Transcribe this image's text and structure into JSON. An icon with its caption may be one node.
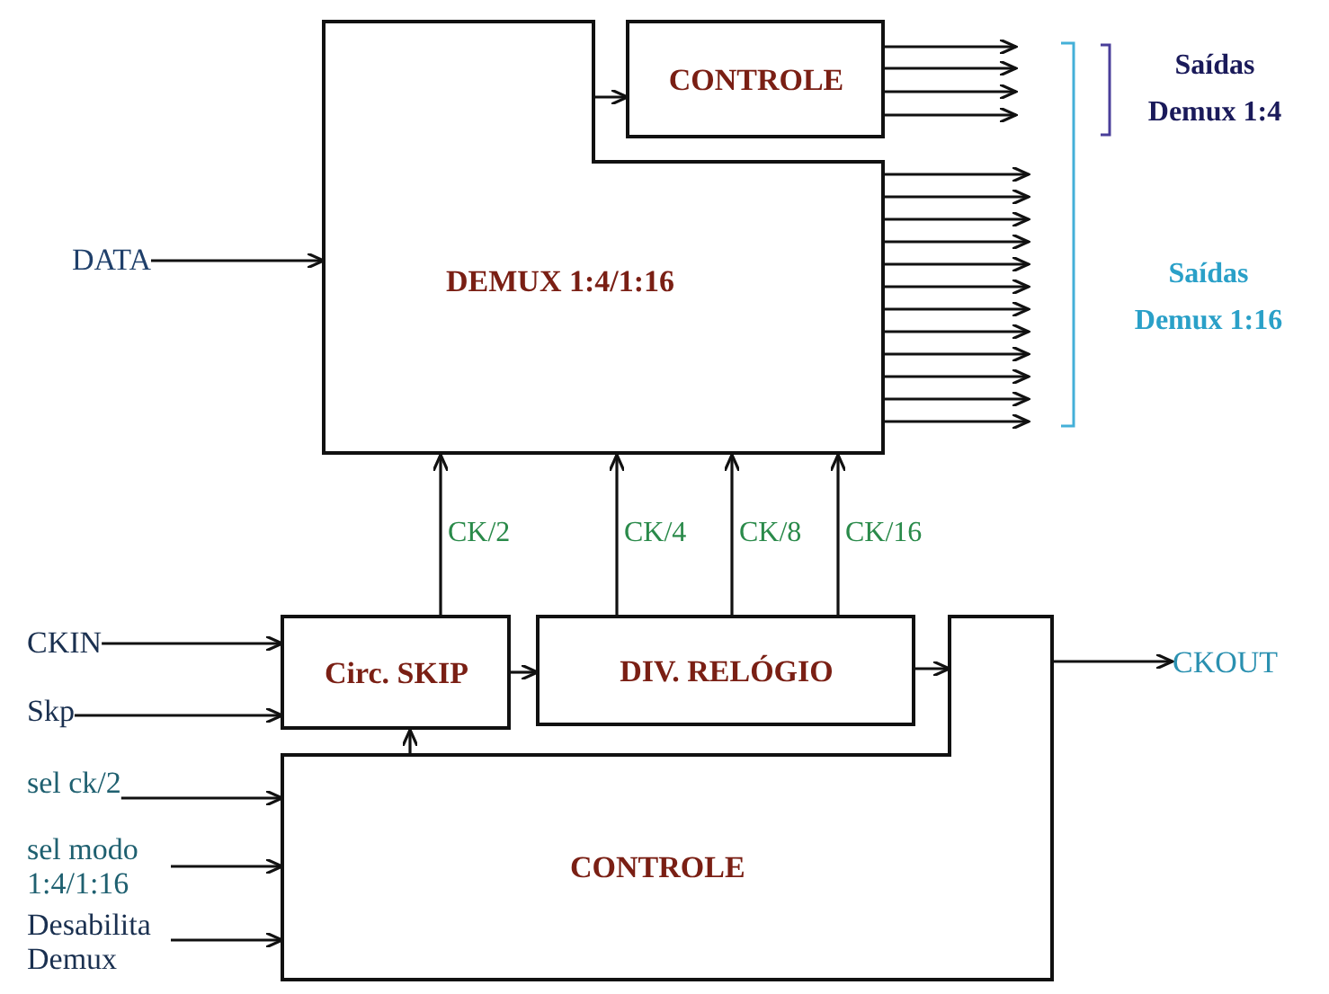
{
  "diagram": {
    "nodes": [
      {
        "text": [
          "DEMUX 1:4/1:16"
        ]
      },
      {
        "text": [
          "CONTROLE"
        ]
      },
      {
        "text": [
          "DATA"
        ]
      },
      {
        "text": [
          "Circ. SKIP"
        ]
      },
      {
        "text": [
          "DIV. RELÓGIO"
        ]
      },
      {
        "text": [
          "CONTROLE"
        ]
      },
      {
        "text": [
          "CKIN"
        ]
      },
      {
        "text": [
          "Skp"
        ]
      },
      {
        "text": [
          "sel ck/2"
        ]
      },
      {
        "text": [
          "sel modo 1:4/1:16"
        ]
      },
      {
        "text": [
          "Desabilita Demux"
        ]
      },
      {
        "text": [
          "CKOUT"
        ]
      }
    ],
    "edges": [
      {
        "from": 2,
        "to": 0,
        "arrow": "to"
      },
      {
        "from": 0,
        "to": 1,
        "arrow": "to"
      },
      {
        "from": 1,
        "to": null,
        "arrow": "to"
      },
      {
        "from": 1,
        "to": null,
        "arrow": "to"
      },
      {
        "from": 1,
        "to": null,
        "arrow": "to"
      },
      {
        "from": 1,
        "to": null,
        "arrow": "to"
      },
      {
        "from": 0,
        "to": null,
        "arrow": "to"
      },
      {
        "from": 0,
        "to": null,
        "arrow": "to"
      },
      {
        "from": 0,
        "to": null,
        "arrow": "to"
      },
      {
        "from": 0,
        "to": null,
        "arrow": "to"
      },
      {
        "from": 0,
        "to": null,
        "arrow": "to"
      },
      {
        "from": 0,
        "to": null,
        "arrow": "to"
      },
      {
        "from": 0,
        "to": null,
        "arrow": "to"
      },
      {
        "from": 0,
        "to": null,
        "arrow": "to"
      },
      {
        "from": 0,
        "to": null,
        "arrow": "to"
      },
      {
        "from": 0,
        "to": null,
        "arrow": "to"
      },
      {
        "from": 0,
        "to": null,
        "arrow": "to"
      },
      {
        "from": 0,
        "to": null,
        "arrow": "to"
      },
      {
        "from": 6,
        "to": 3,
        "arrow": "to"
      },
      {
        "from": 7,
        "to": 3,
        "arrow": "to"
      },
      {
        "from": 3,
        "to": 4,
        "arrow": "to"
      },
      {
        "from": 4,
        "to": 5,
        "arrow": "to"
      },
      {
        "from": 5,
        "to": 3,
        "arrow": "to"
      },
      {
        "from": 8,
        "to": 5,
        "arrow": "to"
      },
      {
        "from": 9,
        "to": 5,
        "arrow": "to"
      },
      {
        "from": 10,
        "to": 5,
        "arrow": "to"
      },
      {
        "from": 5,
        "to": 11,
        "arrow": "to"
      },
      {
        "from": 3,
        "to": 0,
        "label": "CK/2",
        "arrow": "to"
      },
      {
        "from": 4,
        "to": 0,
        "label": "CK/4",
        "arrow": "to"
      },
      {
        "from": 4,
        "to": 0,
        "label": "CK/8",
        "arrow": "to"
      },
      {
        "from": 4,
        "to": 0,
        "label": "CK/16",
        "arrow": "to"
      }
    ],
    "labels": [
      "Saídas Demux 1:4",
      "Saídas Demux 1:16"
    ]
  }
}
